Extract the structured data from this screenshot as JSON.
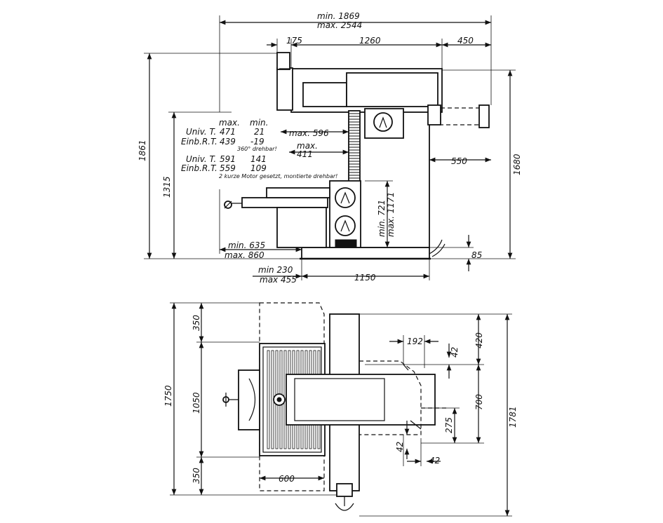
{
  "top_view": {
    "overall_min": "min. 1869",
    "overall_max": "max. 2544",
    "d175": "175",
    "d1260": "1260",
    "d450": "450",
    "d1861": "1861",
    "d1315": "1315",
    "d1680": "1680",
    "d550": "550",
    "max596": "max. 596",
    "max411_a": "max.",
    "max411_b": "411",
    "min635": "min. 635",
    "max860": "max. 860",
    "min721": "min. 721",
    "max1171": "max. 1171",
    "d85": "85",
    "min230": "min 230",
    "max455": "max 455",
    "d1150": "1150",
    "note_rotate": "360° drehbar!",
    "note_motor": "2 kurze Motor gesetzt, montierte drehbar!"
  },
  "table": {
    "col_max": "max.",
    "col_min": "min.",
    "rows": [
      {
        "label": "Univ. T.",
        "max": "471",
        "min": "21"
      },
      {
        "label": "Einb.R.T.",
        "max": "439",
        "min": "-19"
      },
      {
        "label": "Univ. T.",
        "max": "591",
        "min": "141"
      },
      {
        "label": "Einb.R.T.",
        "max": "559",
        "min": "109"
      }
    ]
  },
  "bottom_view": {
    "d1750": "1750",
    "d1050": "1050",
    "d350_top": "350",
    "d350_bot": "350",
    "d600": "600",
    "d192": "192",
    "d42_a": "42",
    "d42_b": "42",
    "d42_c": "42",
    "d420": "420",
    "d700": "700",
    "d275": "275",
    "d1781": "1781"
  }
}
